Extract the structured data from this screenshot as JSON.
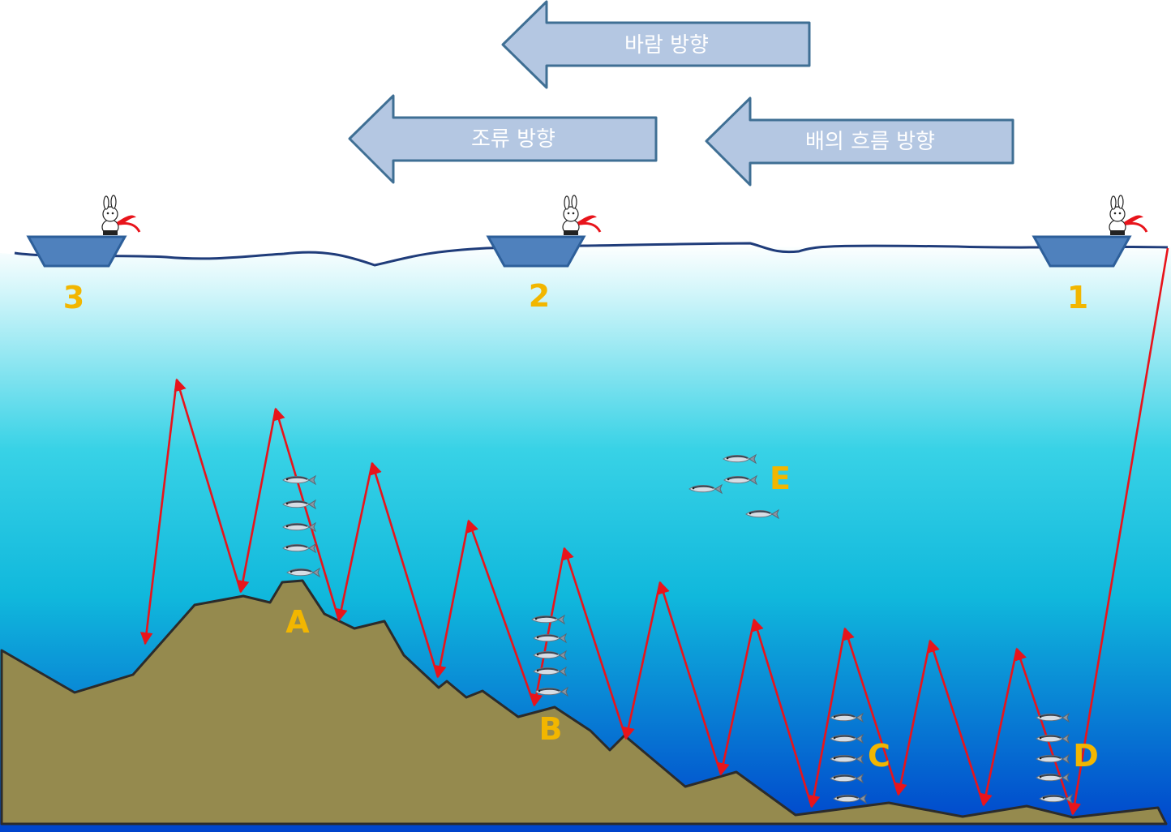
{
  "directions": {
    "wind": "바람 방향",
    "current": "조류 방향",
    "drift": "배의 흐름 방향"
  },
  "boats": [
    {
      "label": "3"
    },
    {
      "label": "2"
    },
    {
      "label": "1"
    }
  ],
  "spots": {
    "a": "A",
    "b": "B",
    "c": "C",
    "d": "D",
    "e": "E"
  },
  "colors": {
    "sky": "#ffffff",
    "water_top": "#e6fbfd",
    "water_mid": "#1ec6df",
    "water_bottom": "#0046c8",
    "seabed": "#958a4e",
    "seabed_outline": "#2b2b2b",
    "line": "#e8141b",
    "boat": "#4f81bd",
    "direction_arrow": "#b4c7e2",
    "label_gold": "#f2b600"
  }
}
